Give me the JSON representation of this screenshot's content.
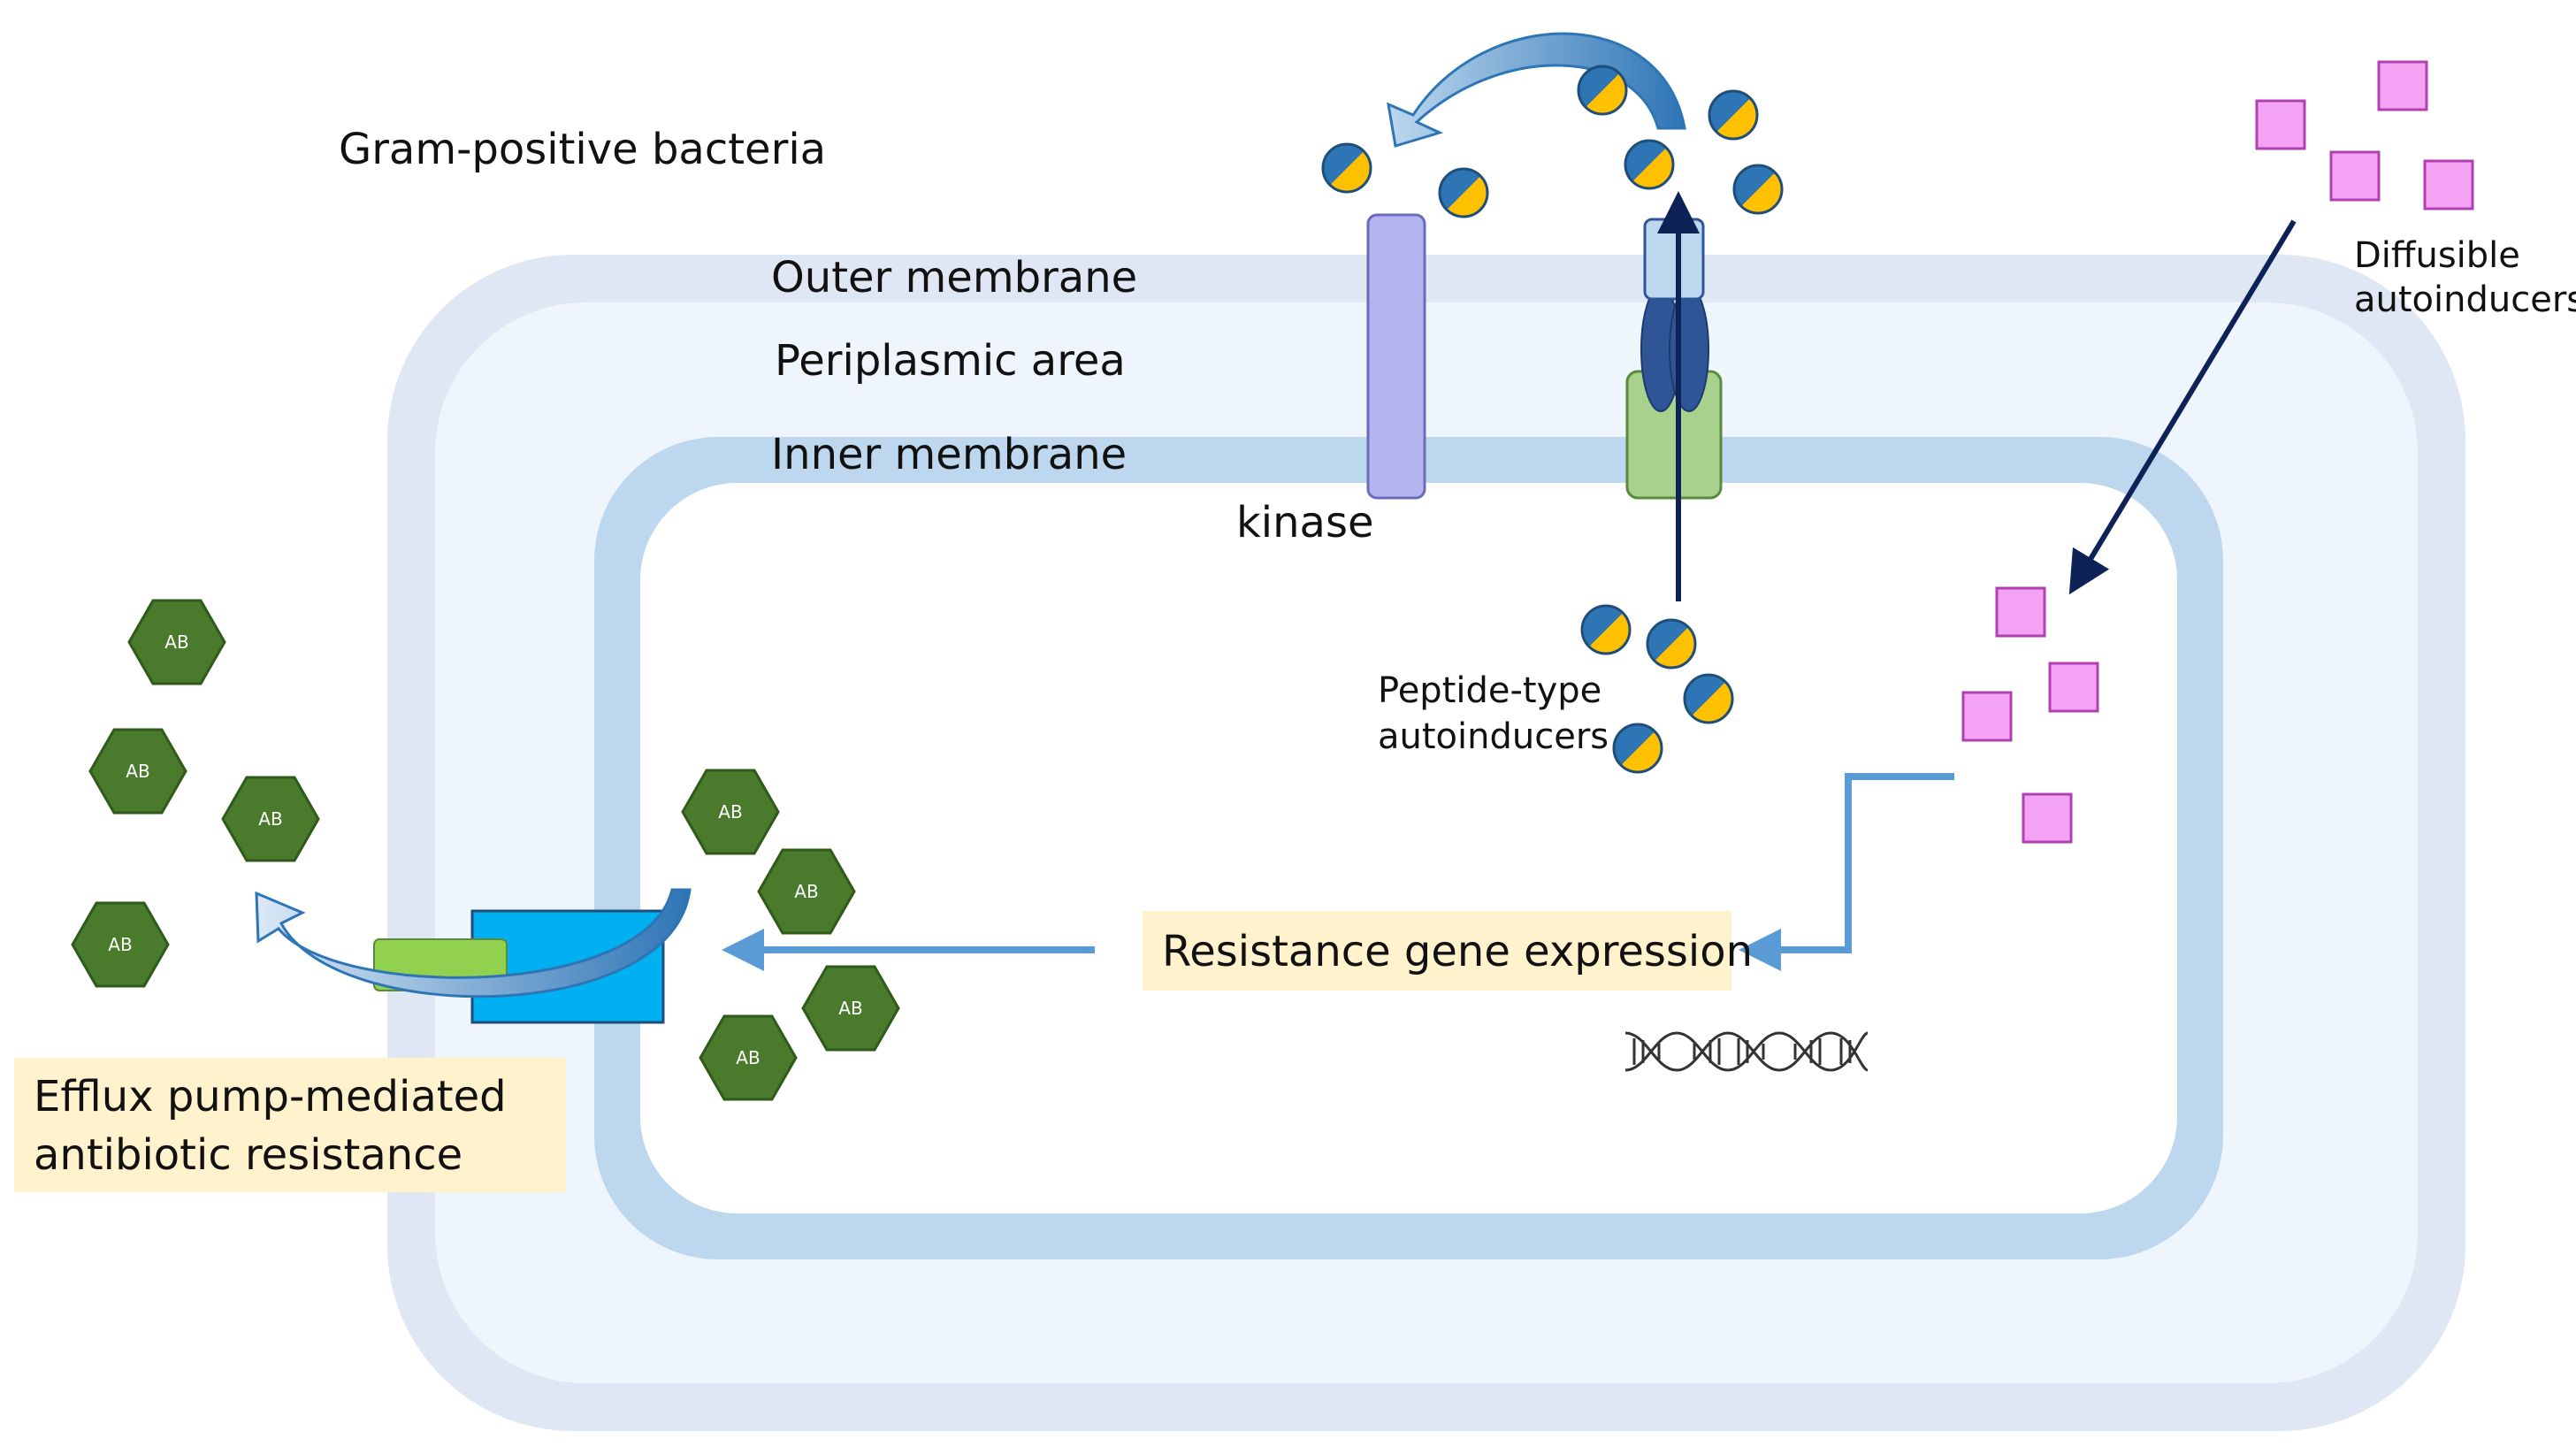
{
  "labels": {
    "title": "Gram-positive bacteria",
    "outer_membrane": "Outer membrane",
    "periplasmic_area": "Periplasmic area",
    "inner_membrane": "Inner membrane",
    "kinase": "kinase",
    "peptide_line1": "Peptide-type",
    "peptide_line2": "autoinducers",
    "diffusible_line1": "Diffusible",
    "diffusible_line2": "autoinducers",
    "resistance_gene": "Resistance gene expression",
    "efflux_line1": "Efflux pump-mediated",
    "efflux_line2": "antibiotic resistance",
    "antibiotic": "AB"
  },
  "colors": {
    "outer_membrane": "#dfe6f4",
    "periplasm": "#eef5fc",
    "inner_membrane": "#bdd7ee",
    "cytoplasm": "#ffffff",
    "kinase": "#b4b4f0",
    "transporter_top": "#bdd7ee",
    "transporter_mid": "#2f5597",
    "transporter_base": "#a9d18e",
    "peptide_blue": "#2e75b6",
    "peptide_yellow": "#ffc000",
    "diffusible": "#f4a3f4",
    "antibiotic": "#4a7a2c",
    "pump_body": "#00b0f0",
    "pump_channel": "#92d050",
    "label_box": "#fff2cc",
    "dark_arrow": "#0d2256",
    "light_arrow": "#5b9bd5"
  }
}
